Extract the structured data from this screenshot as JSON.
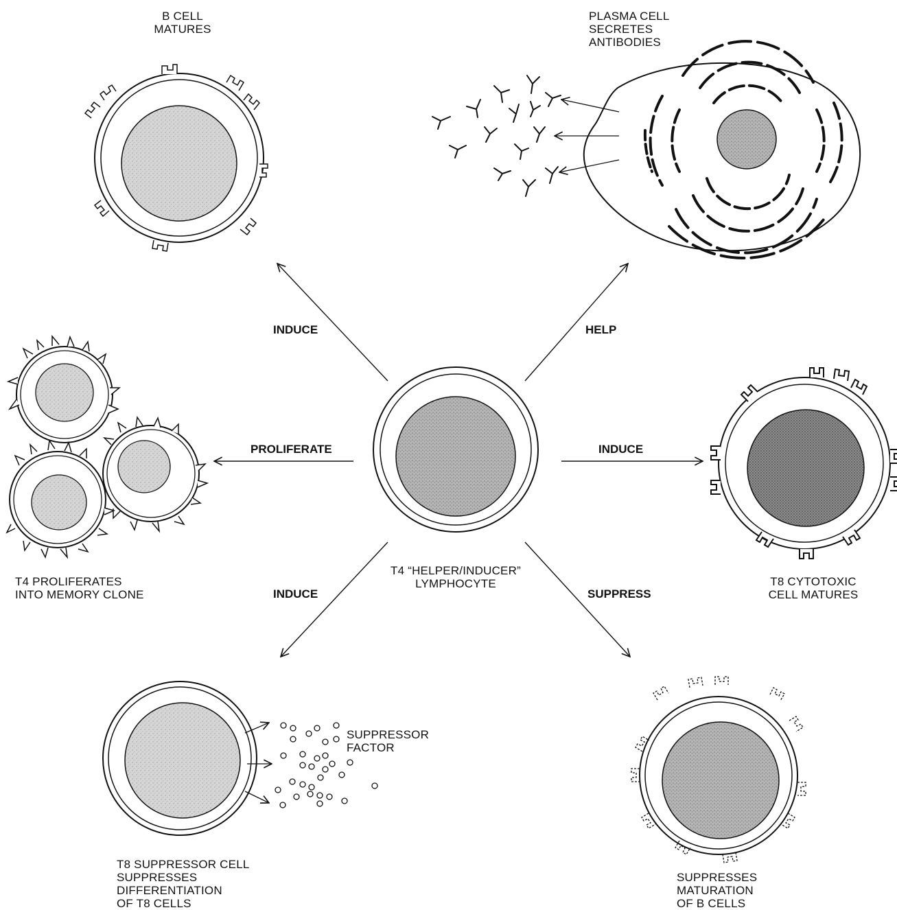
{
  "center": {
    "label_lines": [
      "T4 “HELPER/INDUCER”",
      "LYMPHOCYTE"
    ]
  },
  "relations": {
    "induce_b": "INDUCE",
    "help": "HELP",
    "proliferate": "PROLIFERATE",
    "induce_t8": "INDUCE",
    "induce_suppressor": "INDUCE",
    "suppress": "SUPPRESS"
  },
  "cells": {
    "b_cell": {
      "label_lines": [
        "B CELL",
        "MATURES"
      ]
    },
    "plasma_cell": {
      "label_lines": [
        "PLASMA CELL",
        "SECRETES",
        "ANTIBODIES"
      ]
    },
    "memory_clone": {
      "label_lines": [
        "T4 PROLIFERATES",
        "INTO MEMORY CLONE"
      ]
    },
    "cytotoxic": {
      "label_lines": [
        "T8 CYTOTOXIC",
        "CELL MATURES"
      ]
    },
    "suppressor_cell": {
      "label_lines": [
        "T8 SUPPRESSOR CELL",
        "SUPPRESSES",
        "DIFFERENTIATION",
        "OF T8 CELLS"
      ]
    },
    "suppressor_factor": {
      "label_lines": [
        "SUPPRESSOR",
        "FACTOR"
      ]
    },
    "suppressed_b": {
      "label_lines": [
        "SUPPRESSES",
        "MATURATION",
        "OF B CELLS"
      ]
    }
  }
}
